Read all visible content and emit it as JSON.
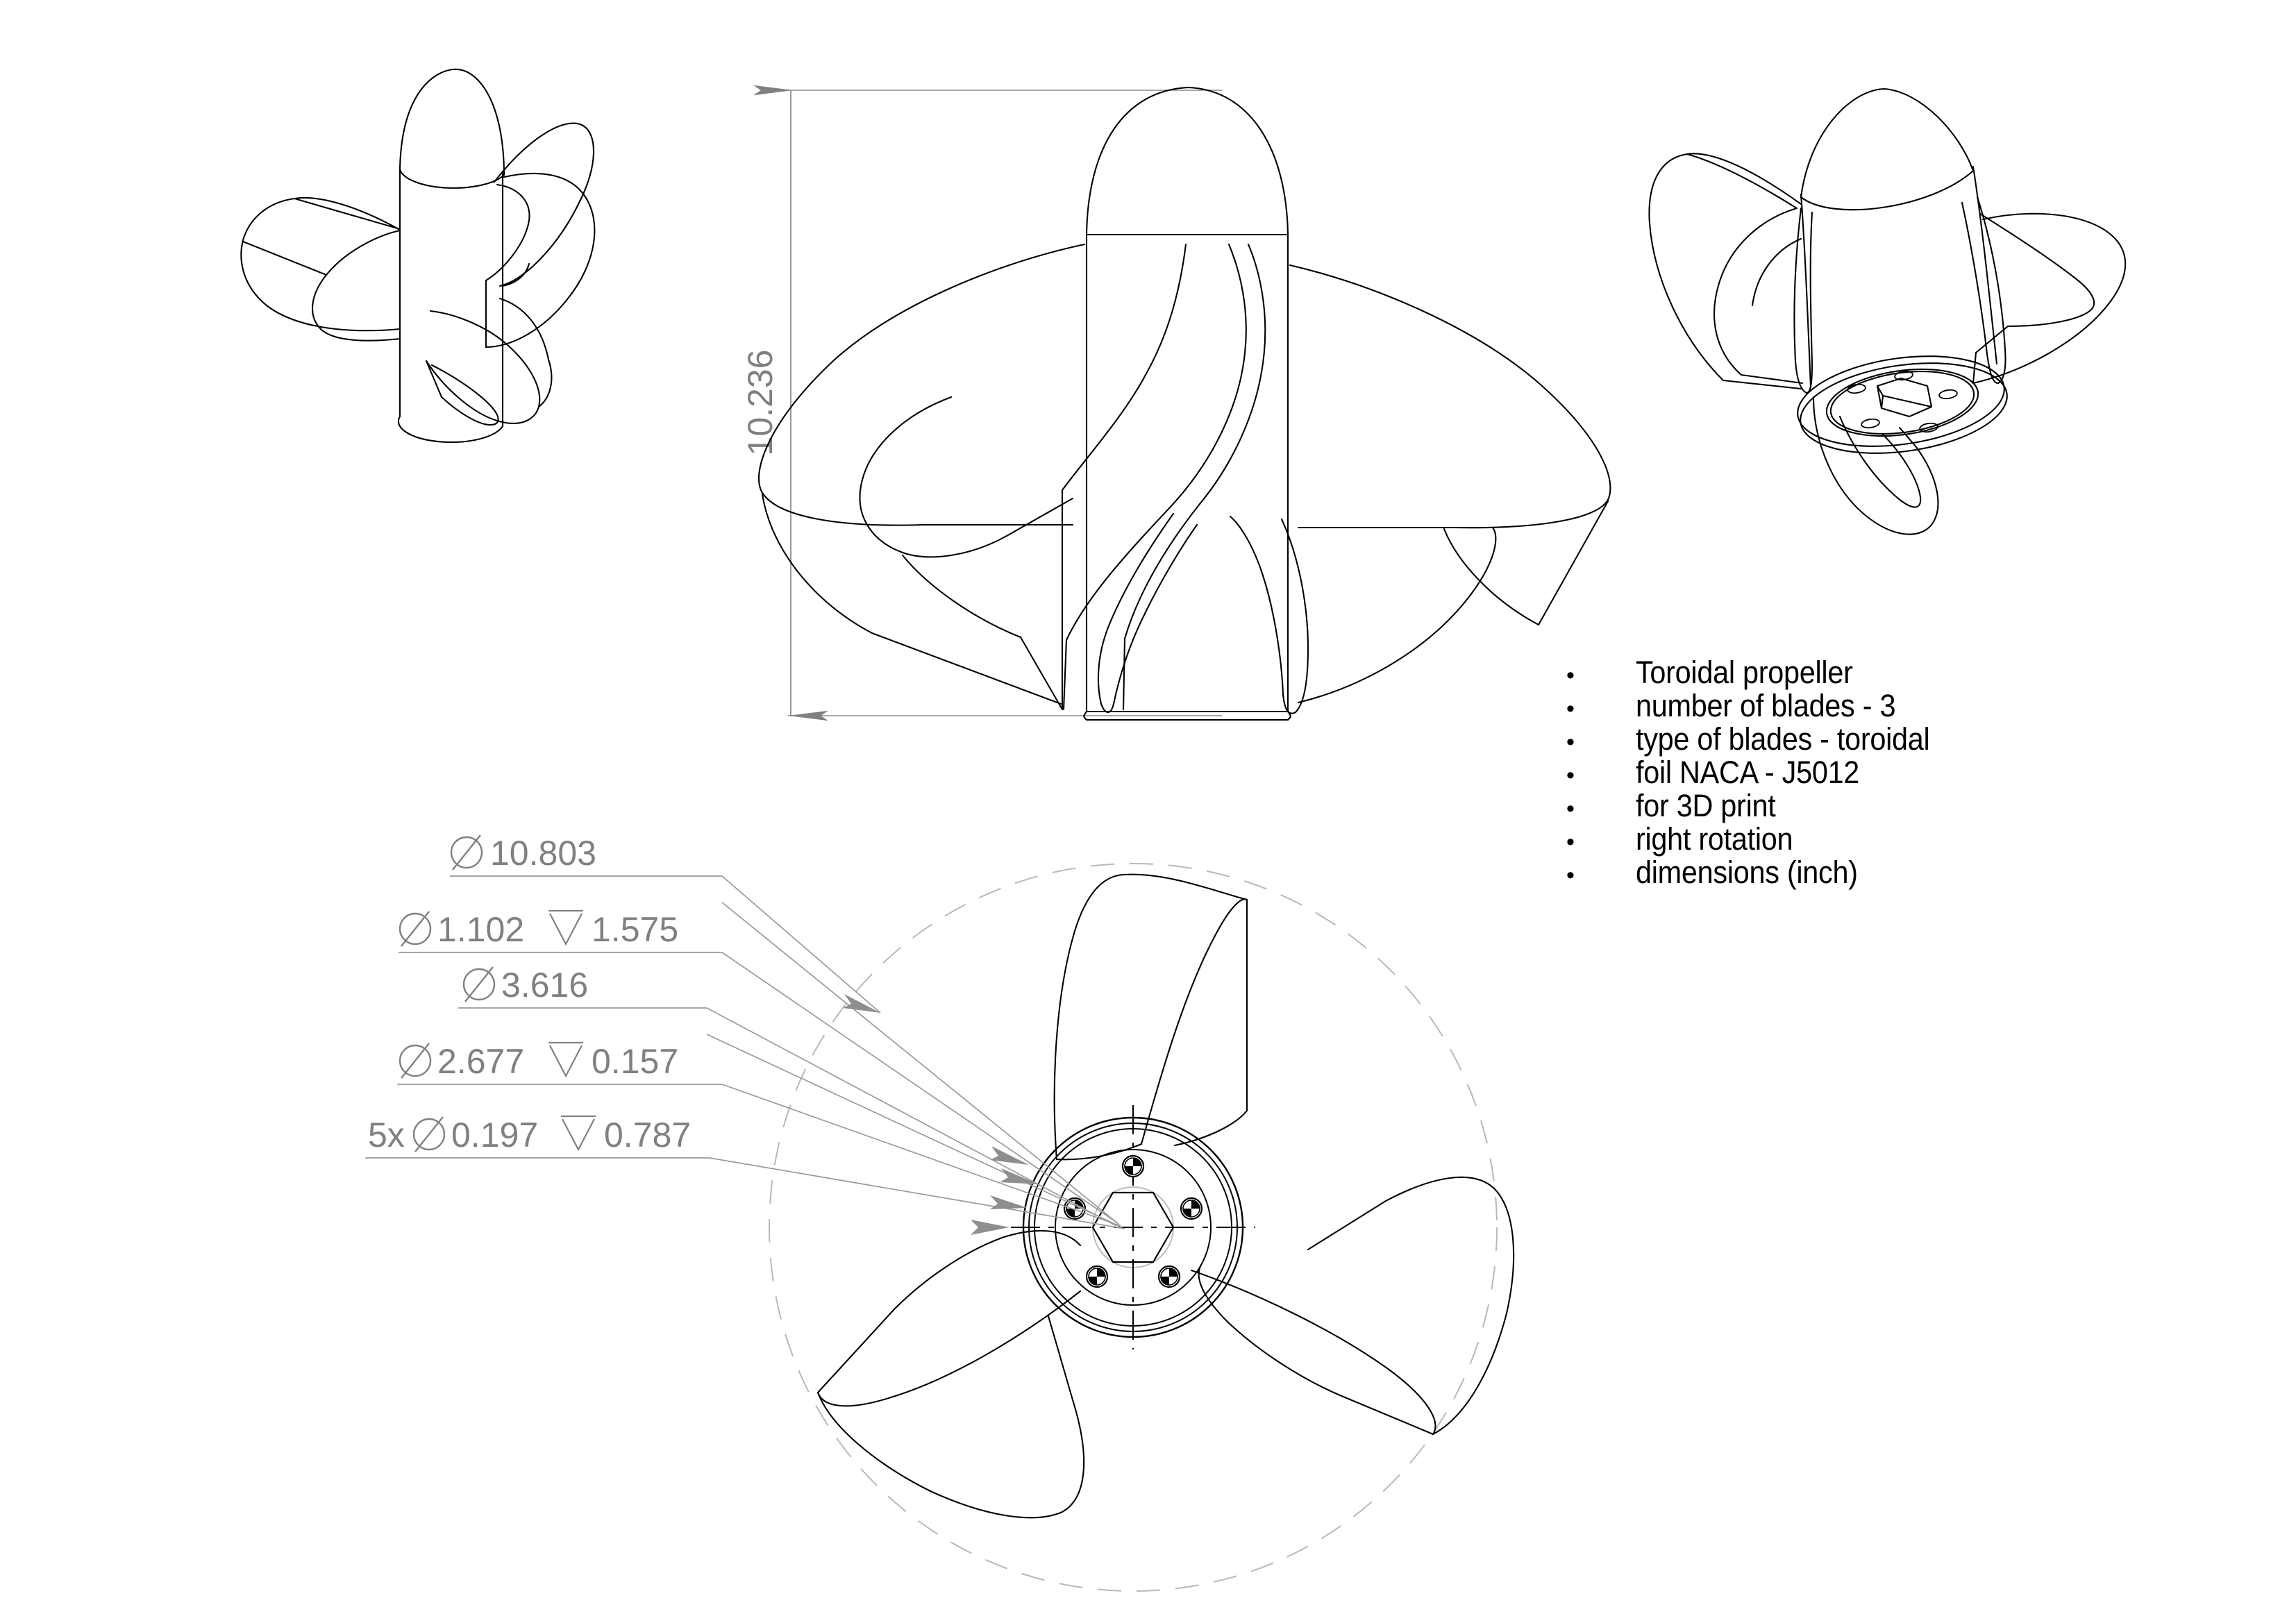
{
  "sheet": {
    "background": "#ffffff",
    "line_color": "#000000",
    "dim_color": "#808080",
    "dash_color": "#b4b4b4"
  },
  "views": {
    "iso_left": {
      "label": "isometric-view-left"
    },
    "front": {
      "label": "front-elevation-view"
    },
    "iso_right": {
      "label": "isometric-view-right"
    },
    "plan": {
      "label": "plan-view"
    }
  },
  "dimensions": {
    "height": {
      "value": "10.236",
      "orientation": "vertical"
    },
    "callouts": [
      {
        "id": "tip-diameter",
        "prefix": "",
        "dia": "⌀",
        "value": "10.803",
        "depth_symbol": "",
        "depth": ""
      },
      {
        "id": "bore-diameter",
        "prefix": "",
        "dia": "⌀",
        "value": "1.102",
        "depth_symbol": "↧",
        "depth": "1.575"
      },
      {
        "id": "hub-diameter",
        "prefix": "",
        "dia": "⌀",
        "value": "3.616",
        "depth_symbol": "",
        "depth": ""
      },
      {
        "id": "counterbore-dia",
        "prefix": "",
        "dia": "⌀",
        "value": "2.677",
        "depth_symbol": "↧",
        "depth": "0.157"
      },
      {
        "id": "bolt-holes",
        "prefix": "5x",
        "dia": "⌀",
        "value": "0.197",
        "depth_symbol": "↧",
        "depth": "0.787"
      }
    ]
  },
  "notes": {
    "bullet": "•",
    "items": [
      "Toroidal propeller",
      "number of blades - 3",
      "type of blades - toroidal",
      "foil NACA - J5012",
      "for 3D print",
      "right rotation",
      "dimensions (inch)"
    ]
  }
}
